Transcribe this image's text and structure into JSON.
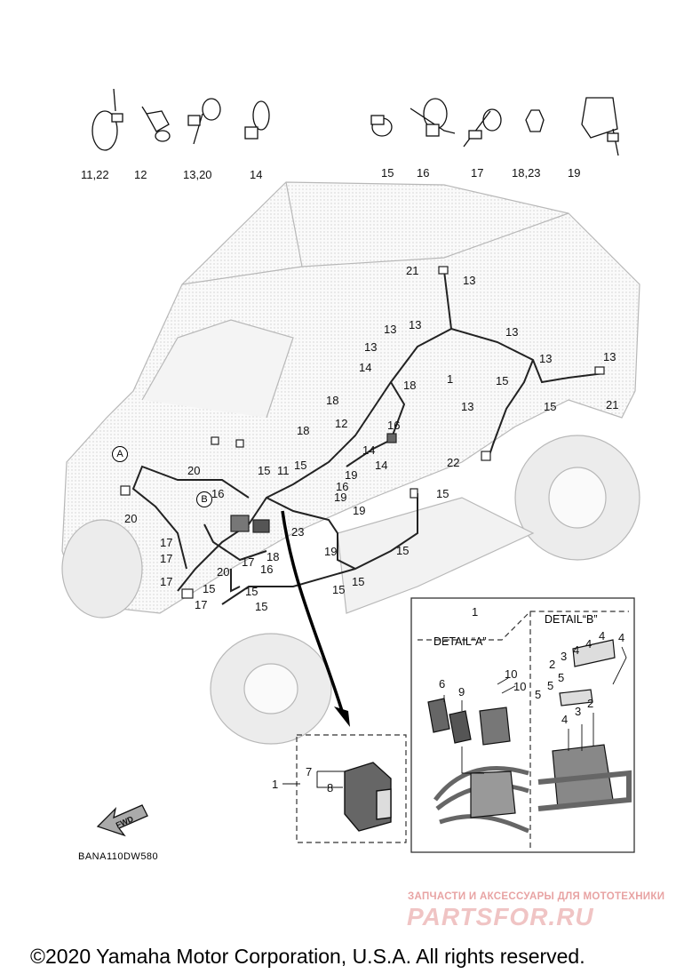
{
  "clamps": [
    {
      "label": "11,22",
      "icon": "cable-tie-icon"
    },
    {
      "label": "12",
      "icon": "edge-clip-icon"
    },
    {
      "label": "13,20",
      "icon": "band-clamp-icon"
    },
    {
      "label": "14",
      "icon": "band-clip-icon"
    },
    {
      "label": "15",
      "icon": "cable-clip-icon"
    },
    {
      "label": "16",
      "icon": "band-clamp-icon"
    },
    {
      "label": "17",
      "icon": "cable-tie-icon"
    },
    {
      "label": "18,23",
      "icon": "holder-clip-icon"
    },
    {
      "label": "19",
      "icon": "long-band-icon"
    }
  ],
  "callouts": {
    "c21a": "21",
    "c13a": "13",
    "c13b": "13",
    "c13c": "13",
    "c13d": "13",
    "c13e": "13",
    "c13f": "13",
    "c13g": "13",
    "c1": "1",
    "c14a": "14",
    "c18a": "18",
    "c15a": "15",
    "c21b": "21",
    "c13h": "13",
    "c15b": "15",
    "c18b": "18",
    "c12": "12",
    "c16a": "16",
    "c18c": "18",
    "c14b": "14",
    "c15c": "15",
    "c14c": "14",
    "c22": "22",
    "c20a": "20",
    "c15d": "15",
    "c11": "11",
    "c15e": "15",
    "c19a": "19",
    "c16b": "16",
    "c16c": "16",
    "c19b": "19",
    "c15f": "15",
    "c20b": "20",
    "c19c": "19",
    "c23": "23",
    "c17a": "17",
    "c17b": "17",
    "c18d": "18",
    "c17c": "17",
    "c16d": "16",
    "c20c": "20",
    "c17d": "17",
    "c15g": "15",
    "c19d": "19",
    "c15h": "15",
    "c15i": "15",
    "c17e": "17",
    "c15j": "15",
    "c15k": "15"
  },
  "markers": {
    "detail_a": "A",
    "detail_b": "B"
  },
  "inset": {
    "part": "1",
    "sub1": "7",
    "sub2": "8"
  },
  "detail_panel": {
    "title_a": "DETAIL“A”",
    "title_b": "DETAIL“B”",
    "part": "1",
    "n6": "6",
    "n9": "9",
    "n10a": "10",
    "n10b": "10",
    "n4a": "4",
    "n4b": "4",
    "n4c": "4",
    "n4d": "4",
    "n3a": "3",
    "n2a": "2",
    "n5a": "5",
    "n5b": "5",
    "n5c": "5",
    "n4e": "4",
    "n3b": "3",
    "n2b": "2"
  },
  "fwd_label": "FWD",
  "drawing_code": "BANA110DW580",
  "watermark": {
    "line1": "ЗАПЧАСТИ И АКСЕССУАРЫ ДЛЯ МОТОТЕХНИКИ",
    "line2": "PARTSFOR.RU"
  },
  "copyright": "©2020 Yamaha Motor Corporation, U.S.A. All rights reserved.",
  "colors": {
    "line": "#111111",
    "vehicle": "#d8d8d8",
    "watermark": "#e8a3a3"
  }
}
